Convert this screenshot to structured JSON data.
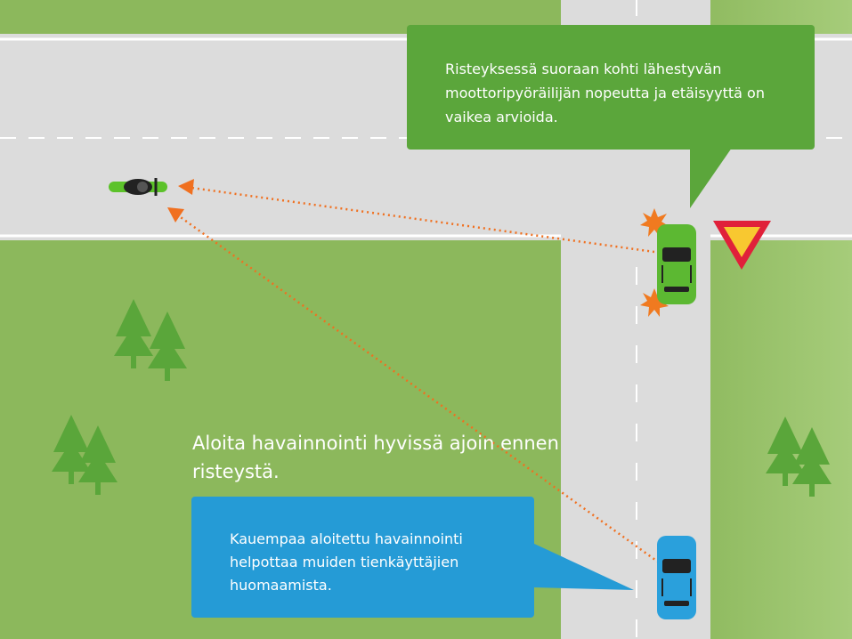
{
  "callouts": {
    "green": {
      "text": "Risteyksessä suoraan kohti lähestyvän moottoripyöräilijän nopeutta ja etäisyyttä on vaikea arvioida.",
      "color": "#5ba63b"
    },
    "blue": {
      "text": "Kauempaa aloitettu havainnointi helpottaa muiden tienkäyttäjien huomaamista.",
      "color": "#259bd6"
    }
  },
  "headline": "Aloita havainnointi hyvissä ajoin ennen risteystä.",
  "colors": {
    "grass": "#8cb85c",
    "road": "#dcdcdc",
    "sight_line": "#f07020",
    "tree": "#5aa63a",
    "yield_border": "#e0203a",
    "yield_fill": "#f8c830"
  },
  "icons": [
    "motorcycle-icon",
    "green-car-icon",
    "blue-car-icon",
    "yield-sign-icon",
    "tree-icon",
    "collision-burst-icon"
  ]
}
